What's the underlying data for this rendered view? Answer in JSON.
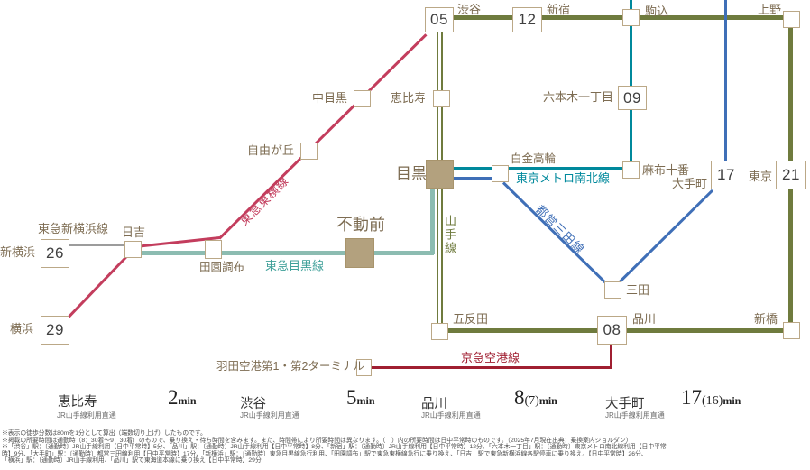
{
  "map": {
    "line_labels": {
      "yamanote": "山手線",
      "namboku": "東京メトロ南北線",
      "mita": "都営三田線",
      "toyoko": "東急東横線",
      "tokyu_meguro": "東急目黒線",
      "tokyu_shinyokohama": "東急新横浜線",
      "keikyu": "京急空港線"
    },
    "stations": {
      "shibuya": {
        "name": "渋谷",
        "time": "05"
      },
      "shinjuku": {
        "name": "新宿",
        "time": "12"
      },
      "komagome": {
        "name": "駒込"
      },
      "ueno": {
        "name": "上野"
      },
      "ebisu": {
        "name": "恵比寿"
      },
      "nakameguro": {
        "name": "中目黒"
      },
      "jiyugaoka": {
        "name": "自由が丘"
      },
      "roppongi_itchome": {
        "name": "六本木一丁目",
        "time": "09"
      },
      "meguro": {
        "name": "目黒"
      },
      "shirokane_takanawa": {
        "name": "白金高輪"
      },
      "azabujuban": {
        "name": "麻布十番"
      },
      "otemachi": {
        "name": "大手町",
        "time": "17"
      },
      "tokyo": {
        "name": "東京",
        "time": "21"
      },
      "fudomae": {
        "name": "不動前"
      },
      "denenchofu": {
        "name": "田園調布"
      },
      "hiyoshi": {
        "name": "日吉"
      },
      "shin_yokohama": {
        "name": "新横浜",
        "time": "26"
      },
      "yokohama": {
        "name": "横浜",
        "time": "29"
      },
      "mita_station": {
        "name": "三田"
      },
      "gotanda": {
        "name": "五反田"
      },
      "shinagawa": {
        "name": "品川",
        "time": "08"
      },
      "shimbashi": {
        "name": "新橋"
      },
      "haneda": {
        "name": "羽田空港第1・第2ターミナル"
      }
    }
  },
  "summary": {
    "items": [
      {
        "station": "恵比寿",
        "time": "2",
        "paren": "",
        "unit": "min",
        "note": "JR山手線利用直通"
      },
      {
        "station": "渋谷",
        "time": "5",
        "paren": "",
        "unit": "min",
        "note": "JR山手線利用直通"
      },
      {
        "station": "品川",
        "time": "8",
        "paren": "(7)",
        "unit": "min",
        "note": "JR山手線利用直通"
      },
      {
        "station": "大手町",
        "time": "17",
        "paren": "(16)",
        "unit": "min",
        "note": "JR山手線利用直通"
      }
    ]
  },
  "notes": [
    "※表示の徒歩分数は80mを1分として算出（端数切り上げ）したものです。",
    "※掲載の所要時間は通勤時（8：30着～9：30着）のもので、乗り換え・待ち時間を含みます。また、時間帯により所要時間は異なります。（　）内の所要時間は日中平常時のものです。（2025年7月現在出典：乗換案内ジョルダン）",
    "※「渋谷」駅：〔通勤時〕JR山手線利用【日中平常時】5分、「品川」駅：〔通勤時〕JR山手線利用【日中平常時】8分、「新宿」駅：〔通勤時〕JR山手線利用【日中平常時】12分、「六本木一丁目」駅：〔通勤時〕東京メトロ南北線利用【日中平常",
    "時】9分、「大手町」駅：〔通勤時〕都営三田線利用【日中平常時】17分、「新横浜」駅：〔通勤時〕東急目黒線急行利用、「田園調布」駅で東急東横線急行に乗り換え、「日吉」駅で東急新横浜線各駅停車に乗り換え。【日中平常時】26分、",
    "「横浜」駅：〔通勤時〕JR山手線利用、「品川」駅で東海道本線に乗り換え【日中平常時】29分"
  ],
  "colors": {
    "yamanote": "#6f7b3e",
    "namboku": "#00899c",
    "toei_mita": "#3f6fb7",
    "tokyu_meguro": "#8cbcb1",
    "tokyu_toyoko": "#c33d5d",
    "tokyu_shinyokohama": "#9c9c9c",
    "keikyu": "#a01f31",
    "box_border": "#bba887",
    "station_fill": "#b3a17e"
  }
}
